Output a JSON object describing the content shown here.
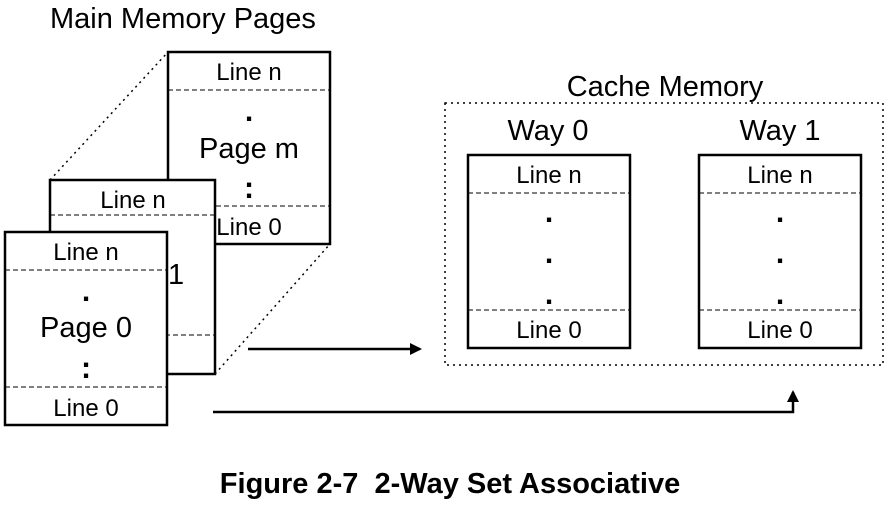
{
  "diagram": {
    "heading_main_memory": "Main Memory Pages",
    "heading_cache": "Cache Memory",
    "figure_caption": "Figure 2-7  2-Way Set Associative",
    "page_m": {
      "top_line": "Line n",
      "label": "Page m",
      "bottom_line": "Line 0"
    },
    "page_1": {
      "top_line": "Line n",
      "label_fragment": "1"
    },
    "page_0": {
      "top_line": "Line n",
      "label": "Page 0",
      "bottom_line": "Line 0"
    },
    "way_0": {
      "title": "Way 0",
      "top_line": "Line n",
      "bottom_line": "Line 0"
    },
    "way_1": {
      "title": "Way 1",
      "top_line": "Line n",
      "bottom_line": "Line 0"
    },
    "ellipsis_dot": "."
  },
  "colors": {
    "stroke": "#000000",
    "background": "#ffffff"
  }
}
